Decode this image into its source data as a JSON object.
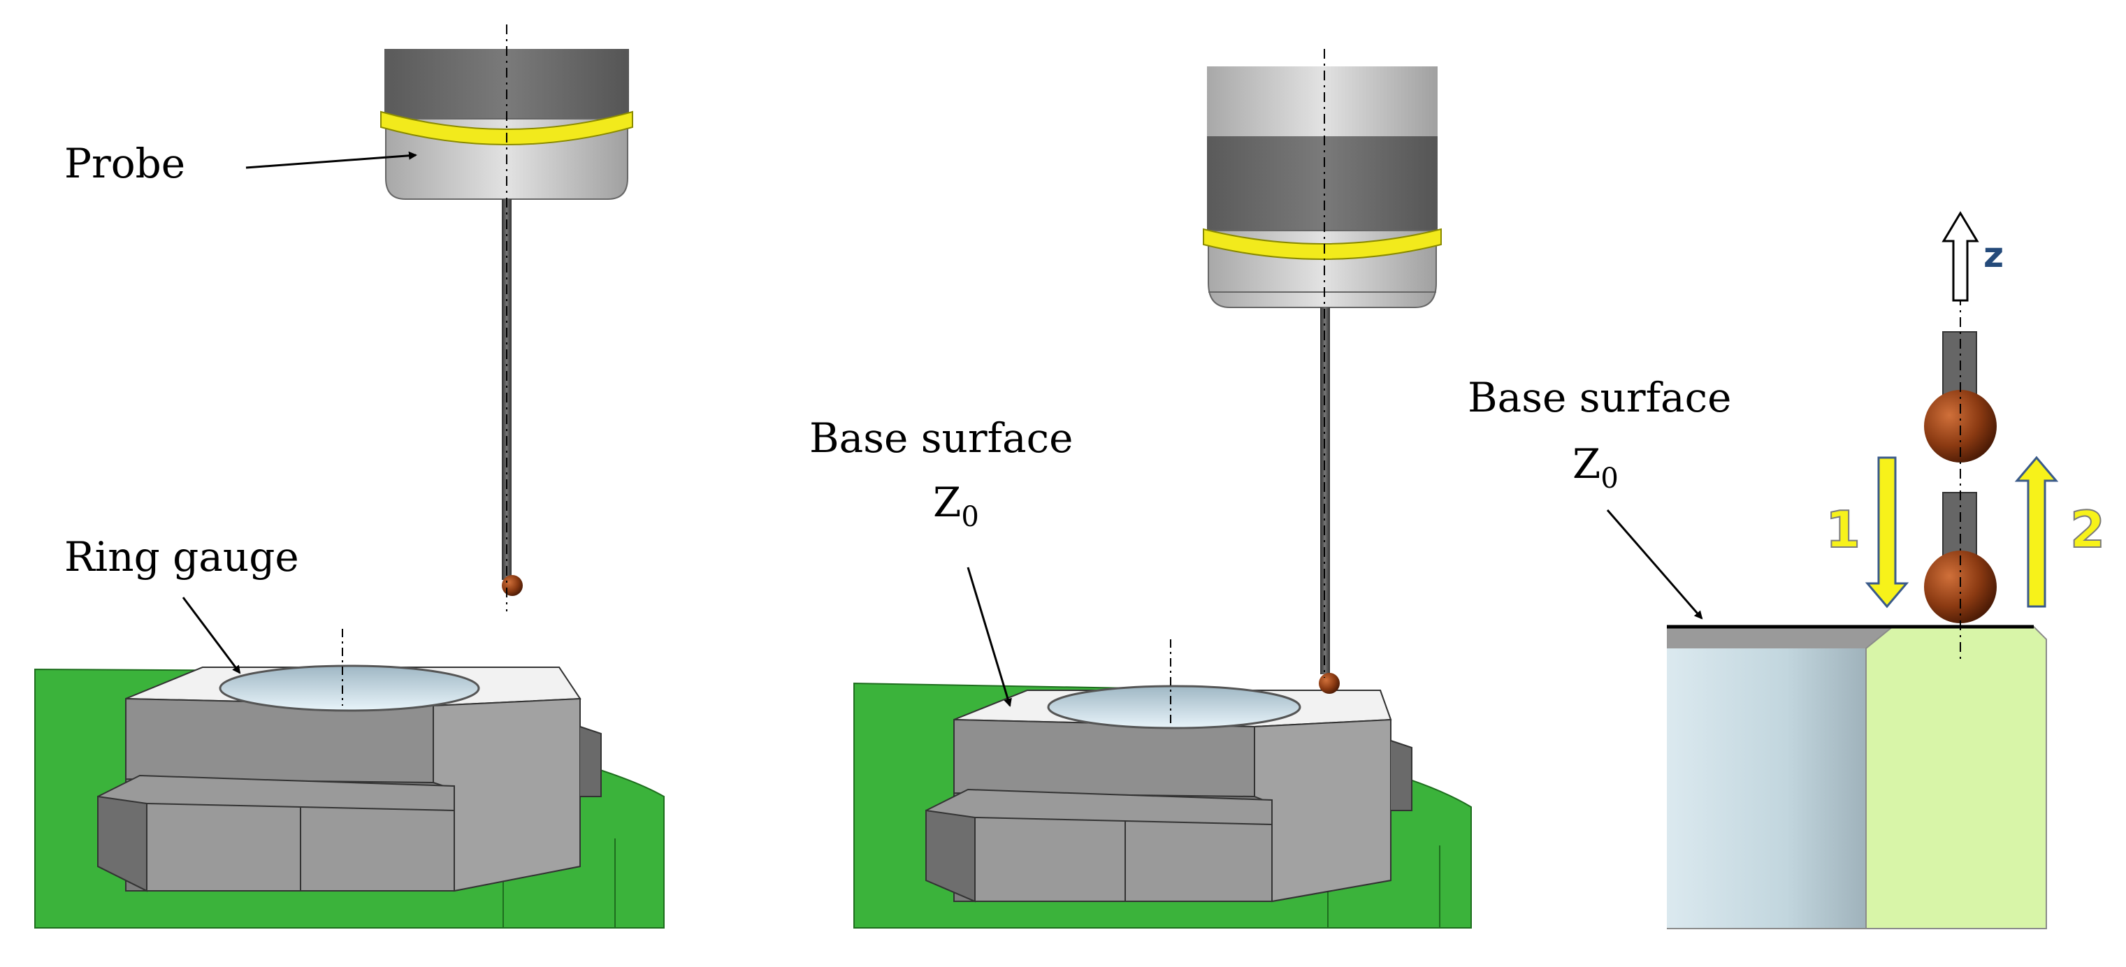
{
  "panel1": {
    "probe_label": "Probe",
    "ring_label": "Ring gauge"
  },
  "panel2": {
    "base_label": "Base surface",
    "z_main": "Z",
    "z_sub": "0"
  },
  "panel3": {
    "base_label": "Base surface",
    "z_main": "Z",
    "z_sub": "0",
    "axis_label": "z",
    "arrow_down_label": "1",
    "arrow_up_label": "2"
  },
  "colors": {
    "platform_green": "#3bb33b",
    "gauge_gray": "#8c8c8c",
    "probe_ring": "#f2ea1c",
    "stylus_ball": "#8b3a12",
    "cross_section_blue": "#c9dde6",
    "cross_section_green": "#d8f5a8",
    "label_number": "#f7f21a",
    "axis_label": "#244a7a"
  }
}
